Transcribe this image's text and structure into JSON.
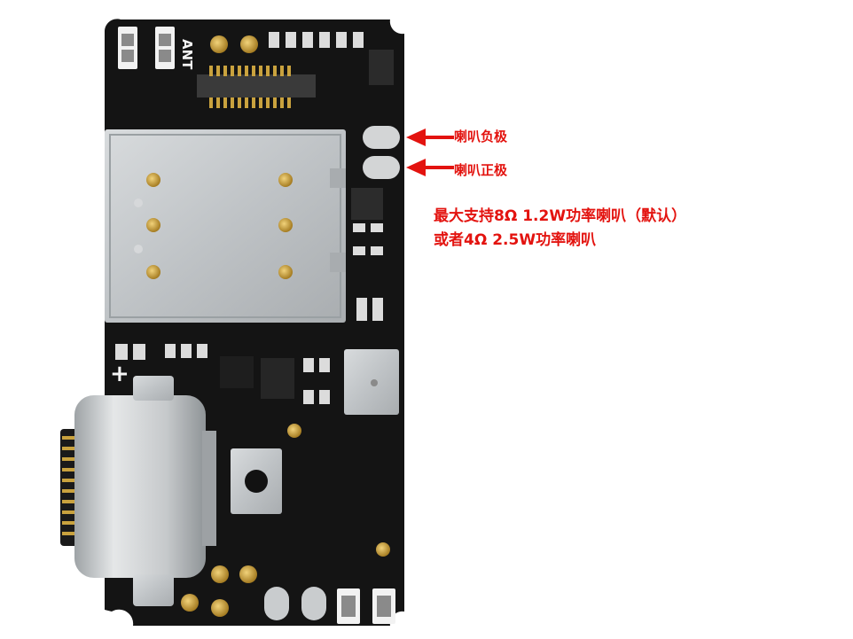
{
  "board": {
    "silkscreen": {
      "antenna": "ANT",
      "plus": "+"
    }
  },
  "callouts": {
    "speaker_negative": "喇叭负极",
    "speaker_positive": "喇叭正极",
    "spec_line_1": "最大支持8Ω 1.2W功率喇叭（默认）",
    "spec_line_2": "或者4Ω 2.5W功率喇叭"
  },
  "colors": {
    "accent": "#e3130f",
    "pcb": "#141414",
    "metal": "#c9ccce",
    "gold": "#c9a23e"
  }
}
